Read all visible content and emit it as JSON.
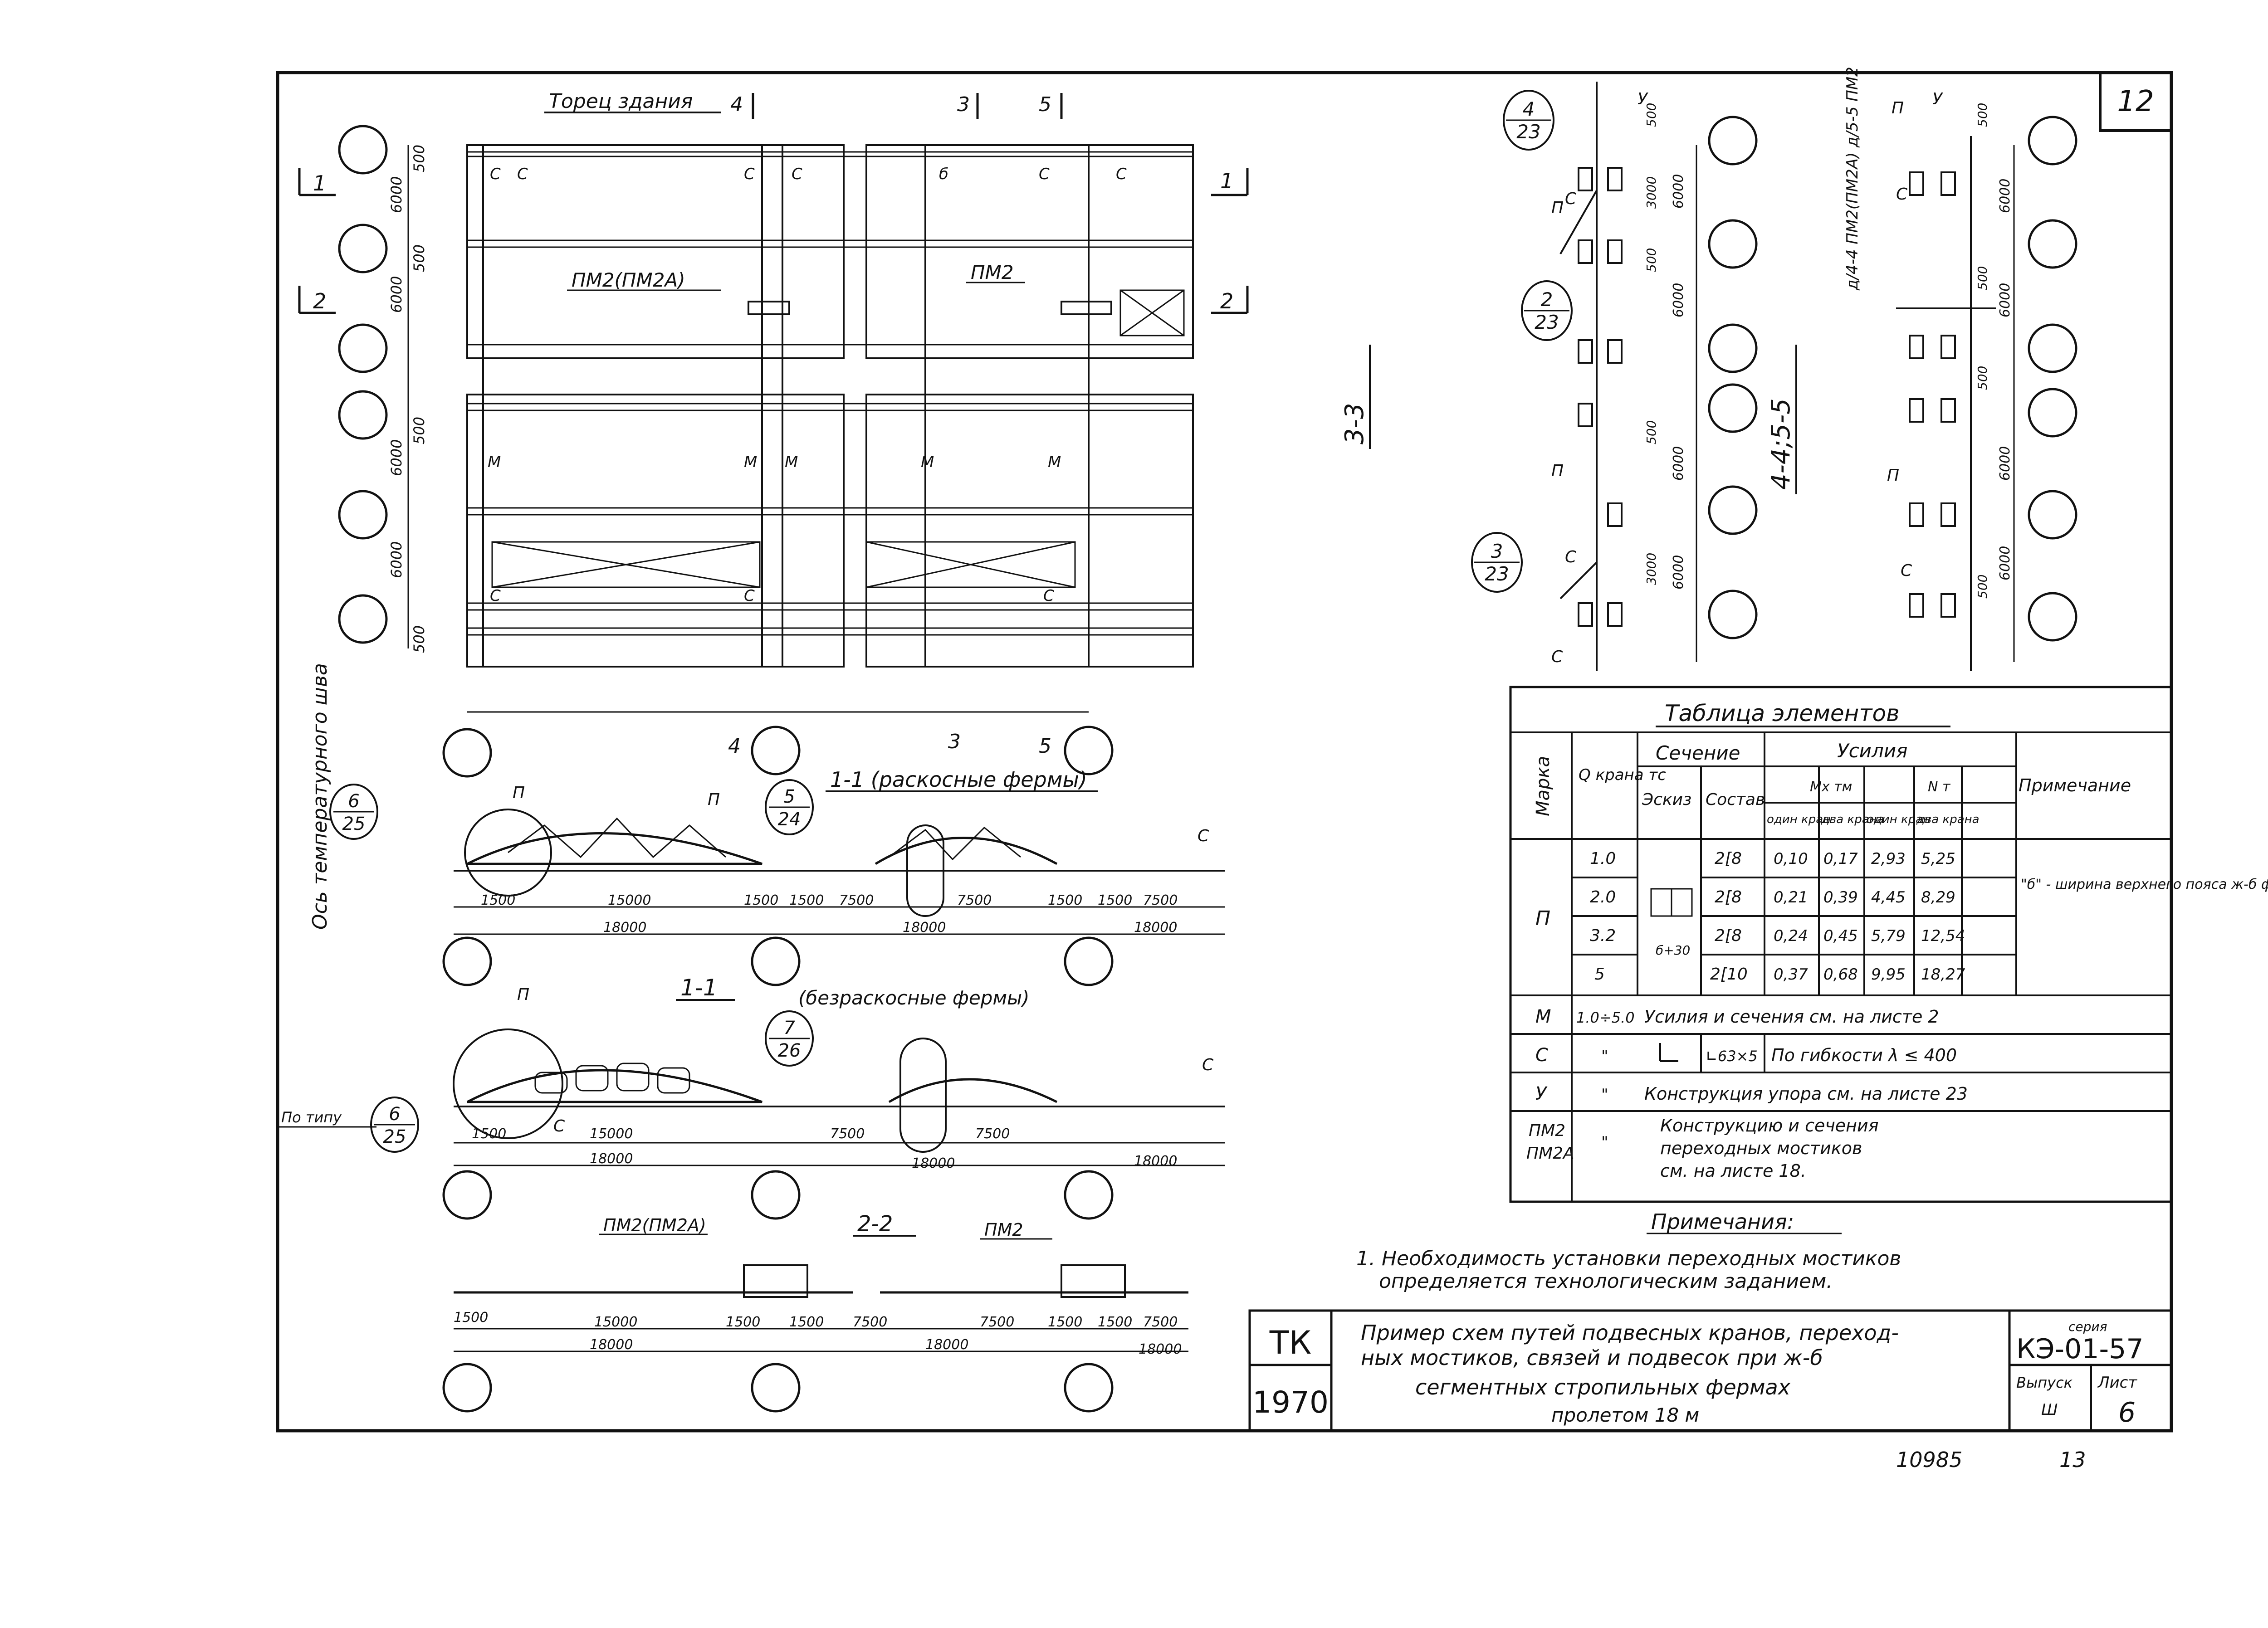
{
  "sheet_number": "12",
  "plan": {
    "building_end": "Торец здания",
    "section_mark_4": "4",
    "section_mark_3": "3",
    "section_mark_5": "5",
    "section_mark_1": "1",
    "section_mark_2": "2",
    "bridge_label_left": "ПМ2(ПМ2А)",
    "bridge_label_right": "ПМ2",
    "dims_v": [
      "6000",
      "6000",
      "6000",
      "6000",
      "500",
      "500",
      "500",
      "500"
    ],
    "joint_axis": "Ось температурного шва",
    "mark_c": "С",
    "mark_m": "М",
    "mark_b": "б"
  },
  "views": {
    "s11a_title": "1-1 (раскосные фермы)",
    "s11b_title": "1-1",
    "s11b_note": "(безраскосные фермы)",
    "s22_title": "2-2",
    "s33_title": "3-3",
    "s445_title": "4-4;5-5",
    "s445_note": "д/4-4 ПМ2(ПМ2А) д/5-5 ПМ2",
    "by_type": "По типу",
    "label_p": "П",
    "label_c": "С",
    "label_u": "У",
    "label_pm2": "ПМ2",
    "label_pm2a": "ПМ2(ПМ2А)",
    "dims": [
      "1500",
      "15000",
      "18000",
      "1500",
      "1500",
      "7500",
      "18000",
      "7500",
      "1500",
      "1500",
      "7500",
      "18000"
    ],
    "dims_33": [
      "500",
      "3000",
      "6000",
      "500",
      "500",
      "6000"
    ],
    "callouts": [
      {
        "top": "6",
        "bottom": "25"
      },
      {
        "top": "5",
        "bottom": "24"
      },
      {
        "top": "7",
        "bottom": "26"
      },
      {
        "top": "4",
        "bottom": "23"
      },
      {
        "top": "2",
        "bottom": "23"
      },
      {
        "top": "3",
        "bottom": "23"
      }
    ]
  },
  "table": {
    "title": "Таблица элементов",
    "headers": {
      "mark": "Марка",
      "q": "Q крана тс",
      "section": "Сечение",
      "sketch": "Эскиз",
      "composition": "Состав",
      "forces": "Усилия",
      "mx": "Mx тм",
      "n": "N т",
      "one_crane": "один кран",
      "two_cranes": "два крана",
      "note": "Примечание"
    },
    "rows_p": [
      {
        "q": "1.0",
        "comp": "2[8",
        "mx1": "0,10",
        "mx2": "0,17",
        "n1": "2,93",
        "n2": "5,25"
      },
      {
        "q": "2.0",
        "comp": "2[8",
        "mx1": "0,21",
        "mx2": "0,39",
        "n1": "4,45",
        "n2": "8,29"
      },
      {
        "q": "3.2",
        "comp": "2[8",
        "mx1": "0,24",
        "mx2": "0,45",
        "n1": "5,79",
        "n2": "12,54"
      },
      {
        "q": "5",
        "comp": "2[10",
        "mx1": "0,37",
        "mx2": "0,68",
        "n1": "9,95",
        "n2": "18,27"
      }
    ],
    "p_mark": "П",
    "sketch_dim": "б+30",
    "p_note": "\"б\" - ширина верхнего пояса ж-б фермы",
    "row_m": {
      "mark": "М",
      "q": "1.0÷5.0",
      "text": "Усилия и сечения см. на листе 2"
    },
    "row_c": {
      "mark": "С",
      "q": "\"",
      "comp": "∟63×5",
      "text": "По гибкости λ ≤ 400"
    },
    "row_u": {
      "mark": "У",
      "q": "\"",
      "text": "Конструкция упора см. на листе 23"
    },
    "row_pm": {
      "mark1": "ПМ2",
      "mark2": "ПМ2А",
      "q": "\"",
      "text1": "Конструкцию и сечения",
      "text2": "переходных мостиков",
      "text3": "см. на листе 18."
    }
  },
  "notes": {
    "title": "Примечания:",
    "line1": "1. Необходимость установки переходных мостиков",
    "line2": "определяется технологическим заданием."
  },
  "stamp": {
    "org": "ТК",
    "year": "1970",
    "title1": "Пример схем путей подвесных кранов, переход-",
    "title2": "ных мостиков, связей и подвесок при ж-б",
    "title3": "сегментных стропильных фермах",
    "title4": "пролетом 18 м",
    "series_label": "серия",
    "series": "КЭ-01-57",
    "issue_label": "Выпуск",
    "issue": "Ш",
    "sheet_label": "Лист",
    "sheet": "6"
  },
  "footer": {
    "code": "10985",
    "page": "13"
  }
}
